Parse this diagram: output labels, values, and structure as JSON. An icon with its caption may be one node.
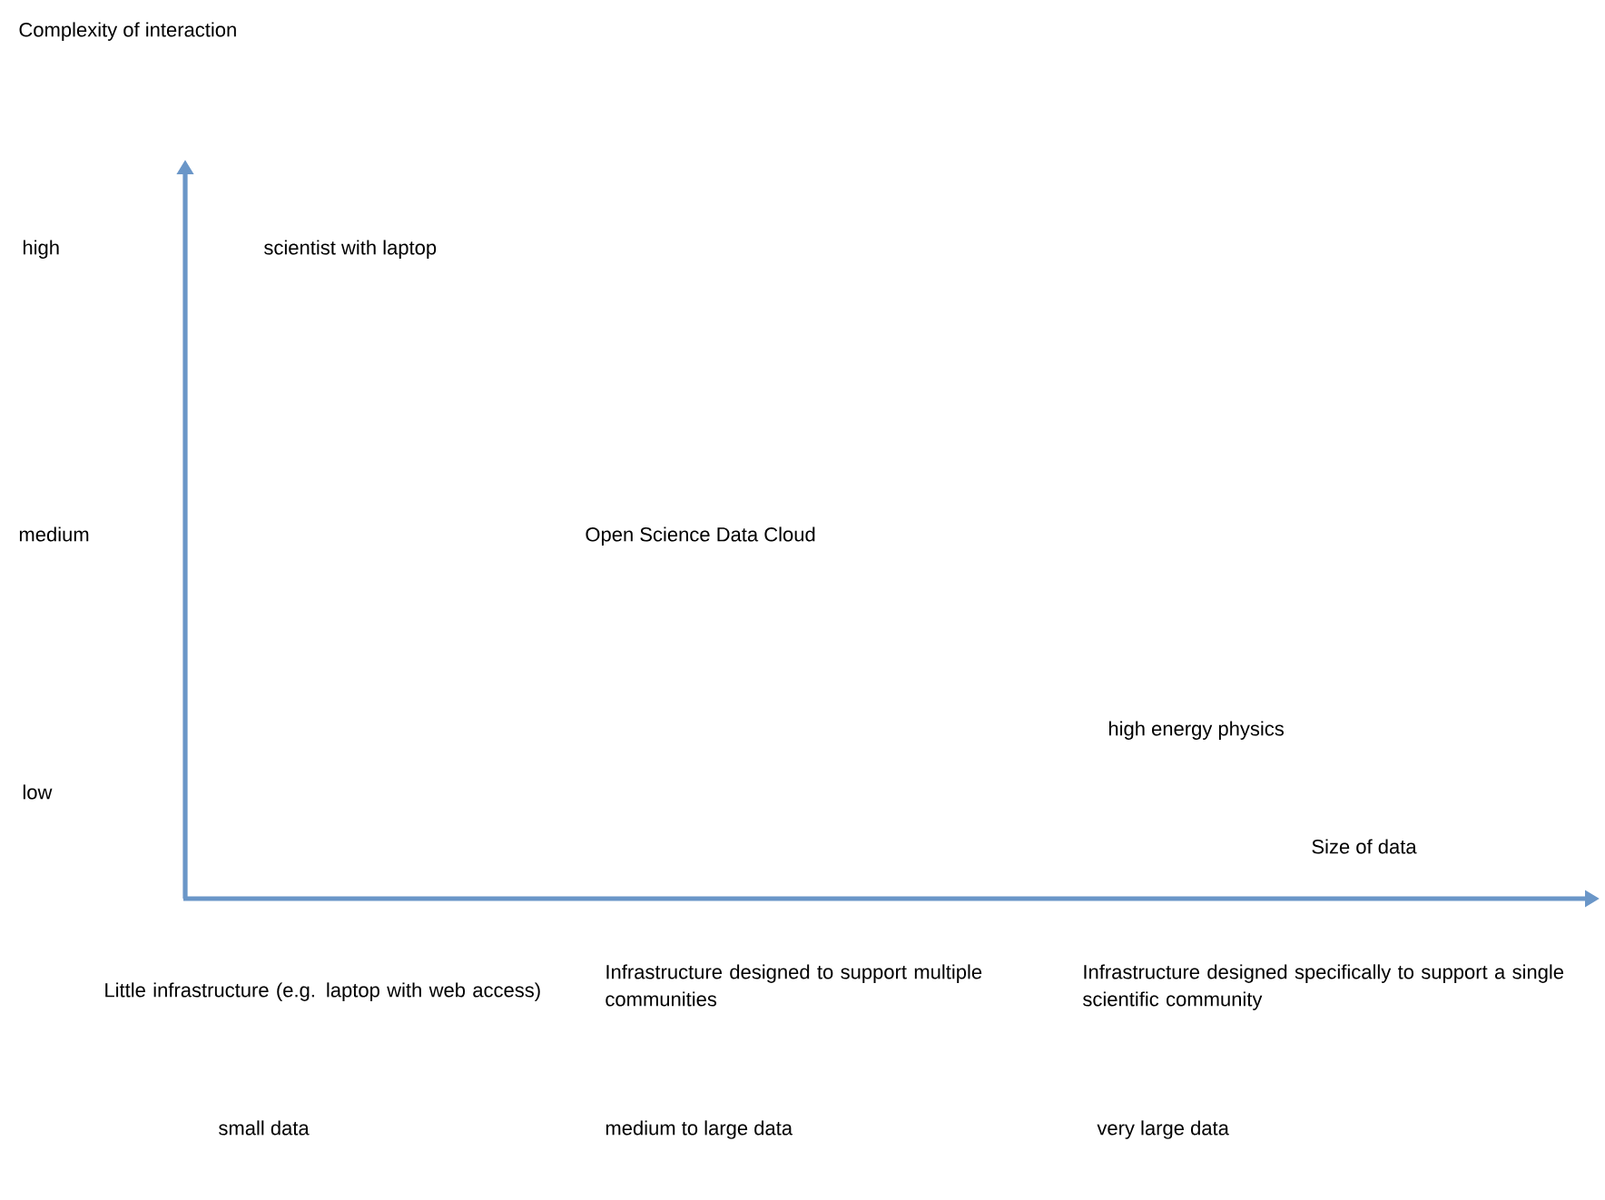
{
  "diagram": {
    "labels": [
      "Complexity of interaction",
      "high",
      "scientist with laptop",
      "medium",
      "Open Science Data Cloud",
      "high energy physics",
      "low",
      "Size of data",
      "Little infrastructure (e.g. laptop with web access)",
      "Infrastructure designed to support multiple communities",
      "Infrastructure designed specifically to support a single scientific community",
      "small data",
      "medium to large data",
      "very large data"
    ]
  }
}
